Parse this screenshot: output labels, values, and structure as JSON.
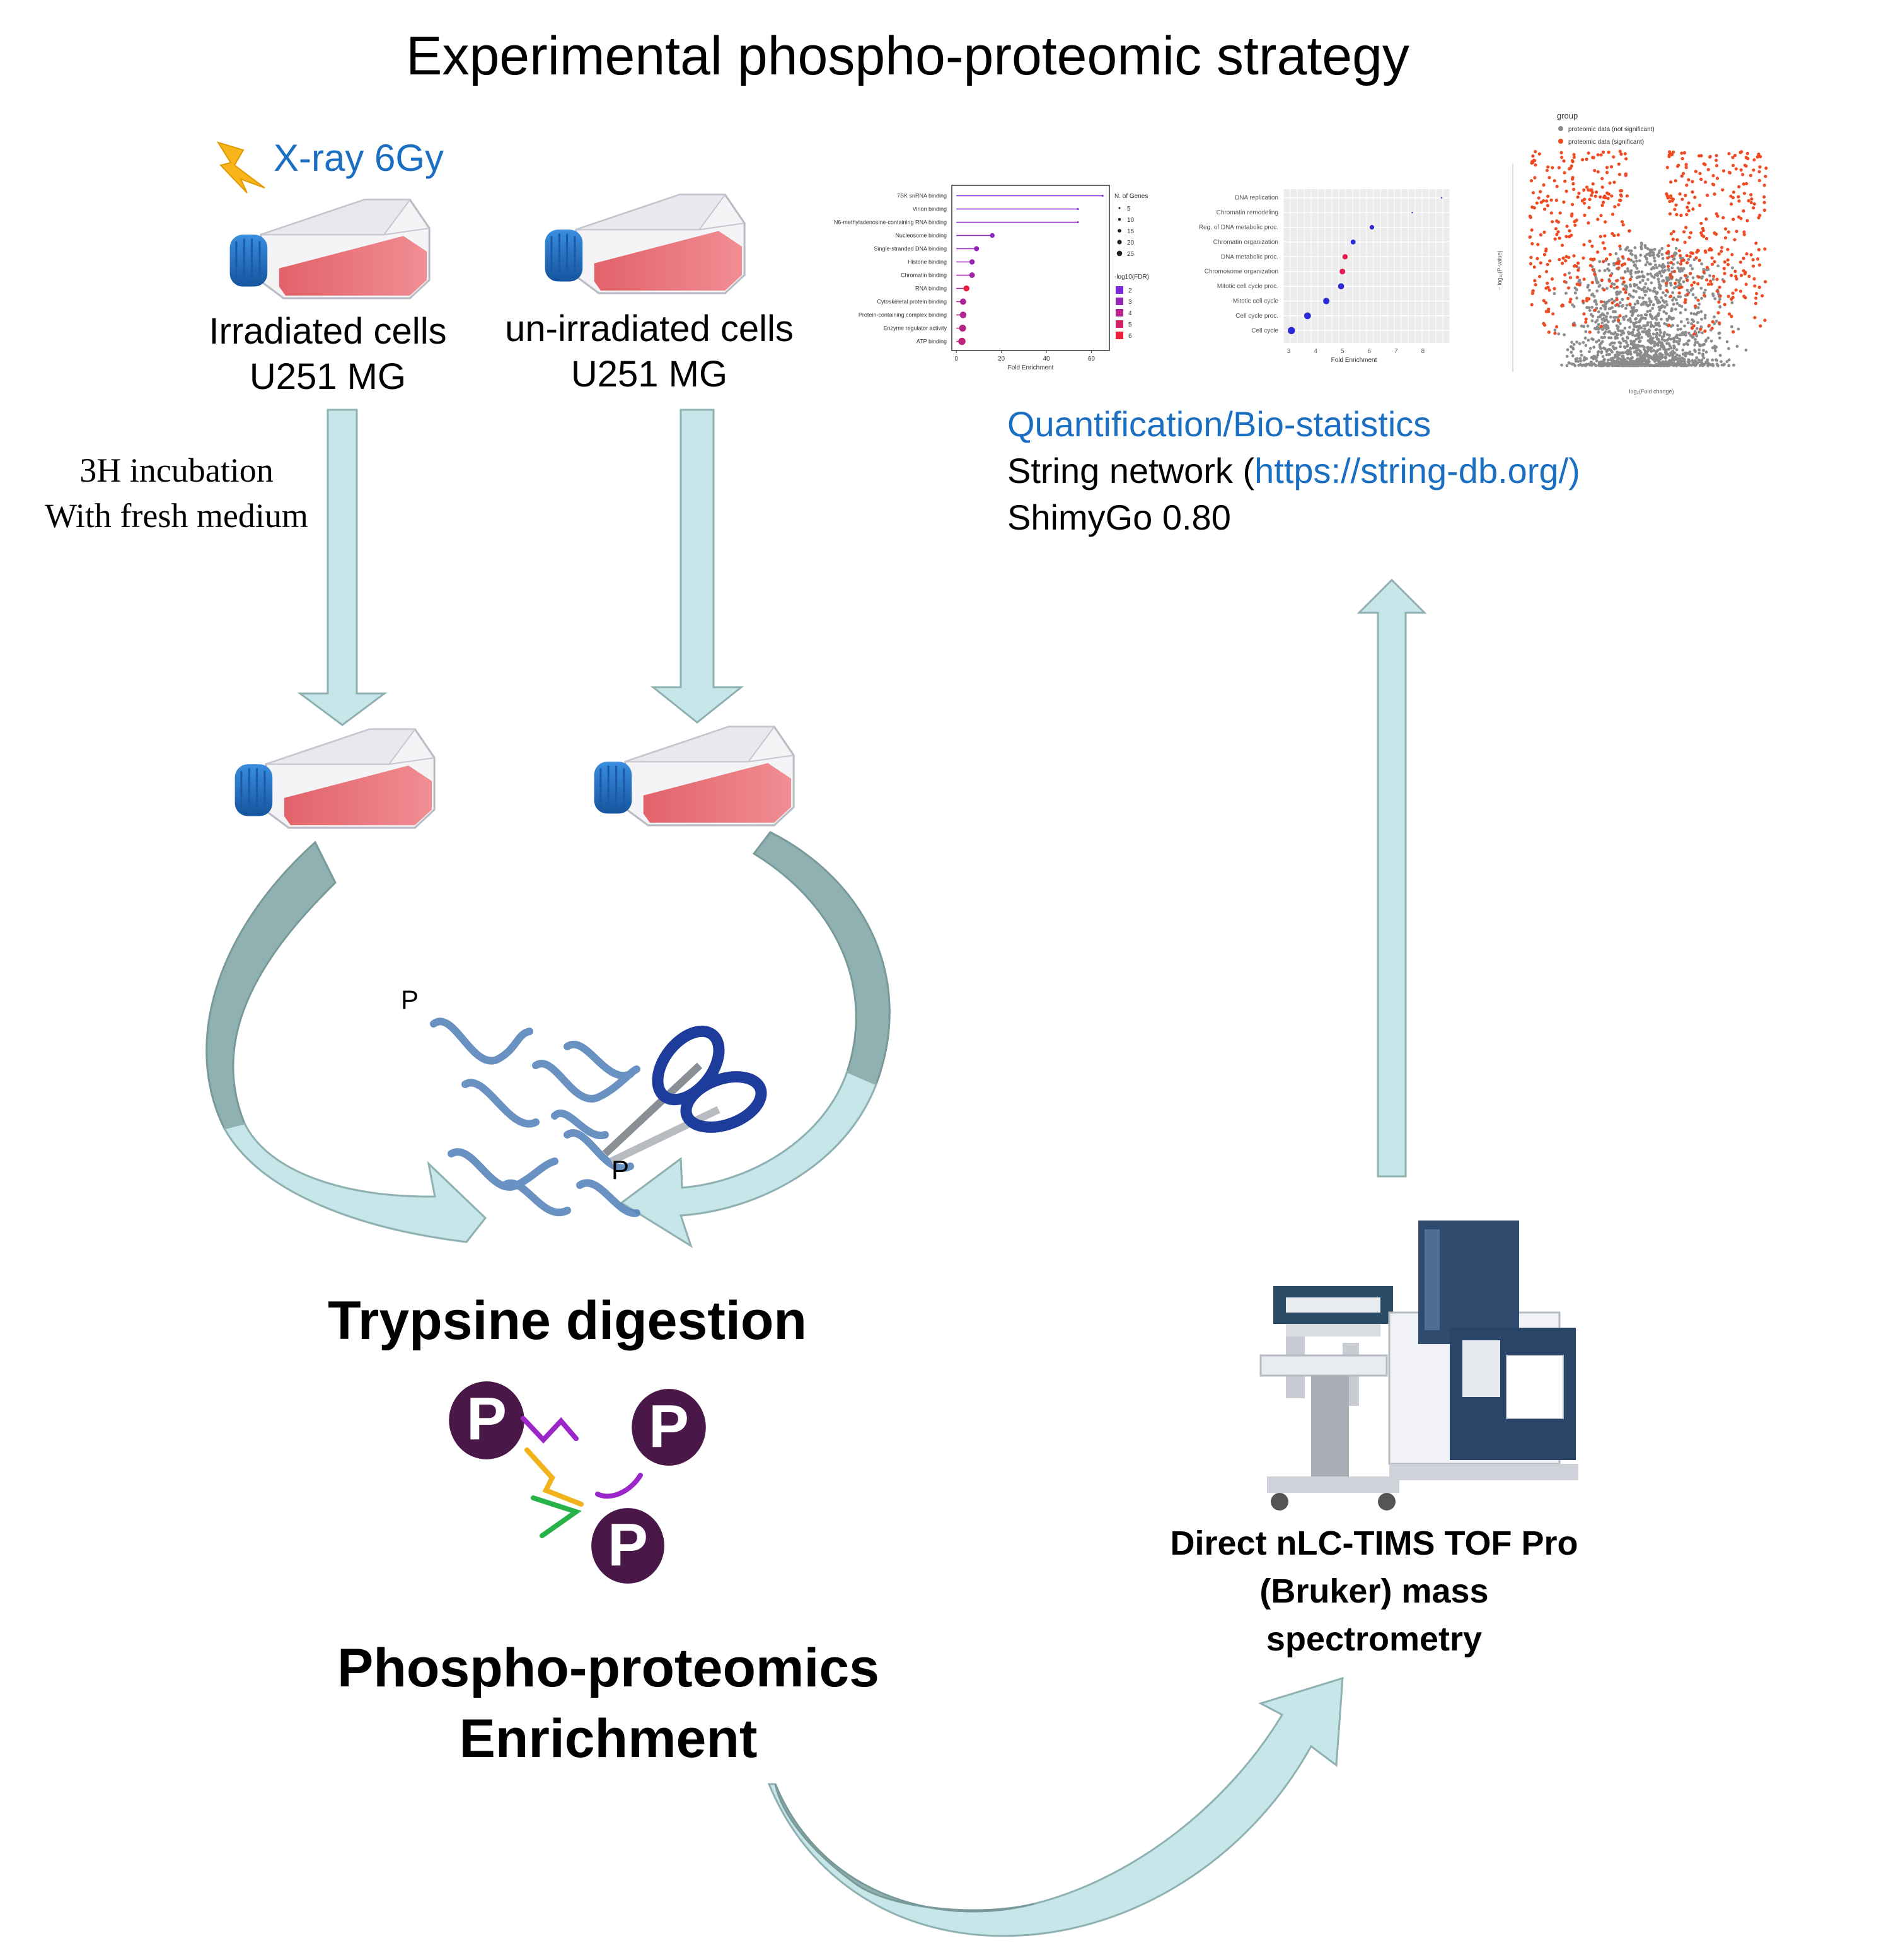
{
  "title": "Experimental phospho-proteomic strategy",
  "treatment": {
    "label": "X-ray 6Gy"
  },
  "groups": [
    {
      "line1": "Irradiated cells",
      "line2": "U251 MG"
    },
    {
      "line1": "un-irradiated cells",
      "line2": "U251 MG"
    }
  ],
  "incubation": {
    "line1": "3H incubation",
    "line2": "With fresh medium"
  },
  "analysis": {
    "line1": "Quantification/Bio-statistics",
    "line2_prefix": "String network (",
    "line2_link": "https://string-db.org/)",
    "line3": "ShimyGo 0.80"
  },
  "steps": {
    "digestion": "Trypsine digestion",
    "enrichment_line1": "Phospho-proteomics",
    "enrichment_line2": "Enrichment",
    "phospho_symbol": "P"
  },
  "instrument": {
    "line1": "Direct nLC-TIMS TOF Pro",
    "line2": "(Bruker) mass",
    "line3": "spectrometry"
  },
  "colors": {
    "arrow_fill": "#c7e6ea",
    "arrow_dark": "#8fb1b1",
    "flask_cap": "#1f6fc4",
    "flask_medium": "#e86a70",
    "phospho_purple": "#4a1848",
    "accent_blue": "#1a6fc2",
    "significant": "#f04a22",
    "not_significant": "#8c8c8c"
  },
  "chart_data": [
    {
      "type": "scatter",
      "xlabel": "Fold Enrichment",
      "categories": [
        "7SK snRNA binding",
        "Virion binding",
        "N6-methyladenosine-containing RNA binding",
        "Nucleosome binding",
        "Single-stranded DNA binding",
        "Histone binding",
        "Chromatin binding",
        "RNA binding",
        "Cytoskeletal protein binding",
        "Protein-containing complex binding",
        "Enzyme regulator activity",
        "ATP binding"
      ],
      "values": [
        65,
        54,
        54,
        16,
        9,
        7,
        7,
        4.5,
        3,
        3,
        2.8,
        2.5
      ],
      "xlim": [
        -2,
        68
      ],
      "xticks": [
        "0",
        "20",
        "40",
        "60"
      ],
      "legend_size_title": "N. of Genes",
      "legend_size": [
        "5",
        "10",
        "15",
        "20",
        "25"
      ],
      "legend_color_title": "-log10(FDR)",
      "legend_color": [
        "2",
        "3",
        "4",
        "5",
        "6"
      ]
    },
    {
      "type": "scatter",
      "xlabel": "Fold Enrichment",
      "categories": [
        "DNA replication",
        "Chromatin remodeling",
        "Reg. of DNA metabolic proc.",
        "Chromatin organization",
        "DNA metabolic proc.",
        "Chromosome organization",
        "Mitotic cell cycle proc.",
        "Mitotic cell cycle",
        "Cell cycle proc.",
        "Cell cycle"
      ],
      "values": [
        8.7,
        7.6,
        6.1,
        5.4,
        5.1,
        5.0,
        4.95,
        4.4,
        3.7,
        3.1
      ],
      "xlim": [
        2.8,
        9.0
      ],
      "xticks": [
        "3",
        "4",
        "5",
        "6",
        "7",
        "8"
      ],
      "grid": true
    },
    {
      "type": "scatter",
      "legend_title": "group",
      "legend": [
        "proteomic data (not significant)",
        "proteomic data (significant)"
      ],
      "xlabel": "log₂(Fold change)",
      "ylabel": "– log₁₀(P-value)"
    }
  ]
}
